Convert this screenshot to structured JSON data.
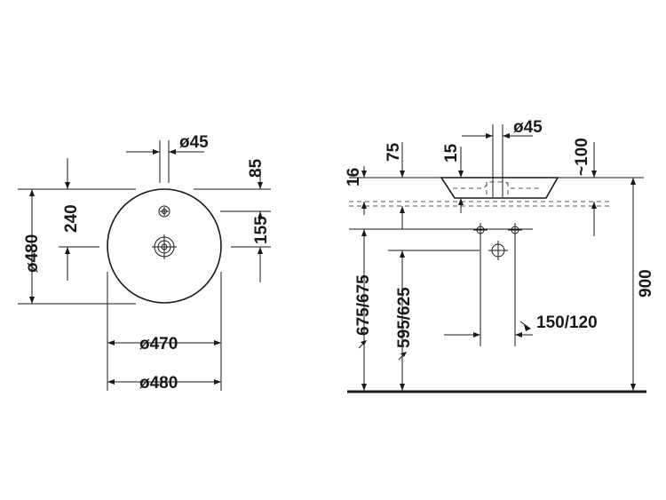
{
  "top_view": {
    "tap_hole_diameter": "ø45",
    "tap_offset": "85",
    "tap_to_waste": "155",
    "waste_depth": "240",
    "outer_diameter_side": "ø480",
    "inner_diameter": "ø470",
    "outer_diameter": "ø480"
  },
  "side_view": {
    "tap_hole_diameter": "ø45",
    "height_75": "75",
    "height_15": "15",
    "approx_100": "~100",
    "rim_16": "16",
    "mount_675": "675/675",
    "mount_595": "595/625",
    "spacing_150": "150/120",
    "total_height": "900"
  }
}
